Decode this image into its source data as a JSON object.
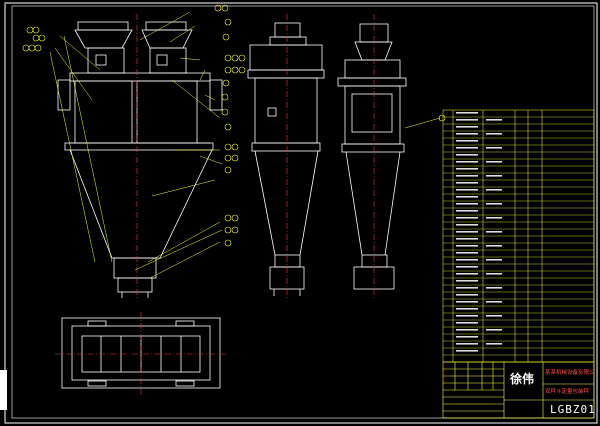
{
  "title_block": {
    "drawing_number": "LGBZ01",
    "author_signature": "徐伟",
    "company": "某某机械设备有限公司",
    "product_name": "双秤斗定量包装秤"
  },
  "colors": {
    "background": "#000000",
    "outline": "#ffffff",
    "leader": "#ffff33",
    "center_line": "#ff3333",
    "table_border": "#ffff33",
    "table_text": "#ffffff",
    "title_text": "#ff4a4a"
  }
}
